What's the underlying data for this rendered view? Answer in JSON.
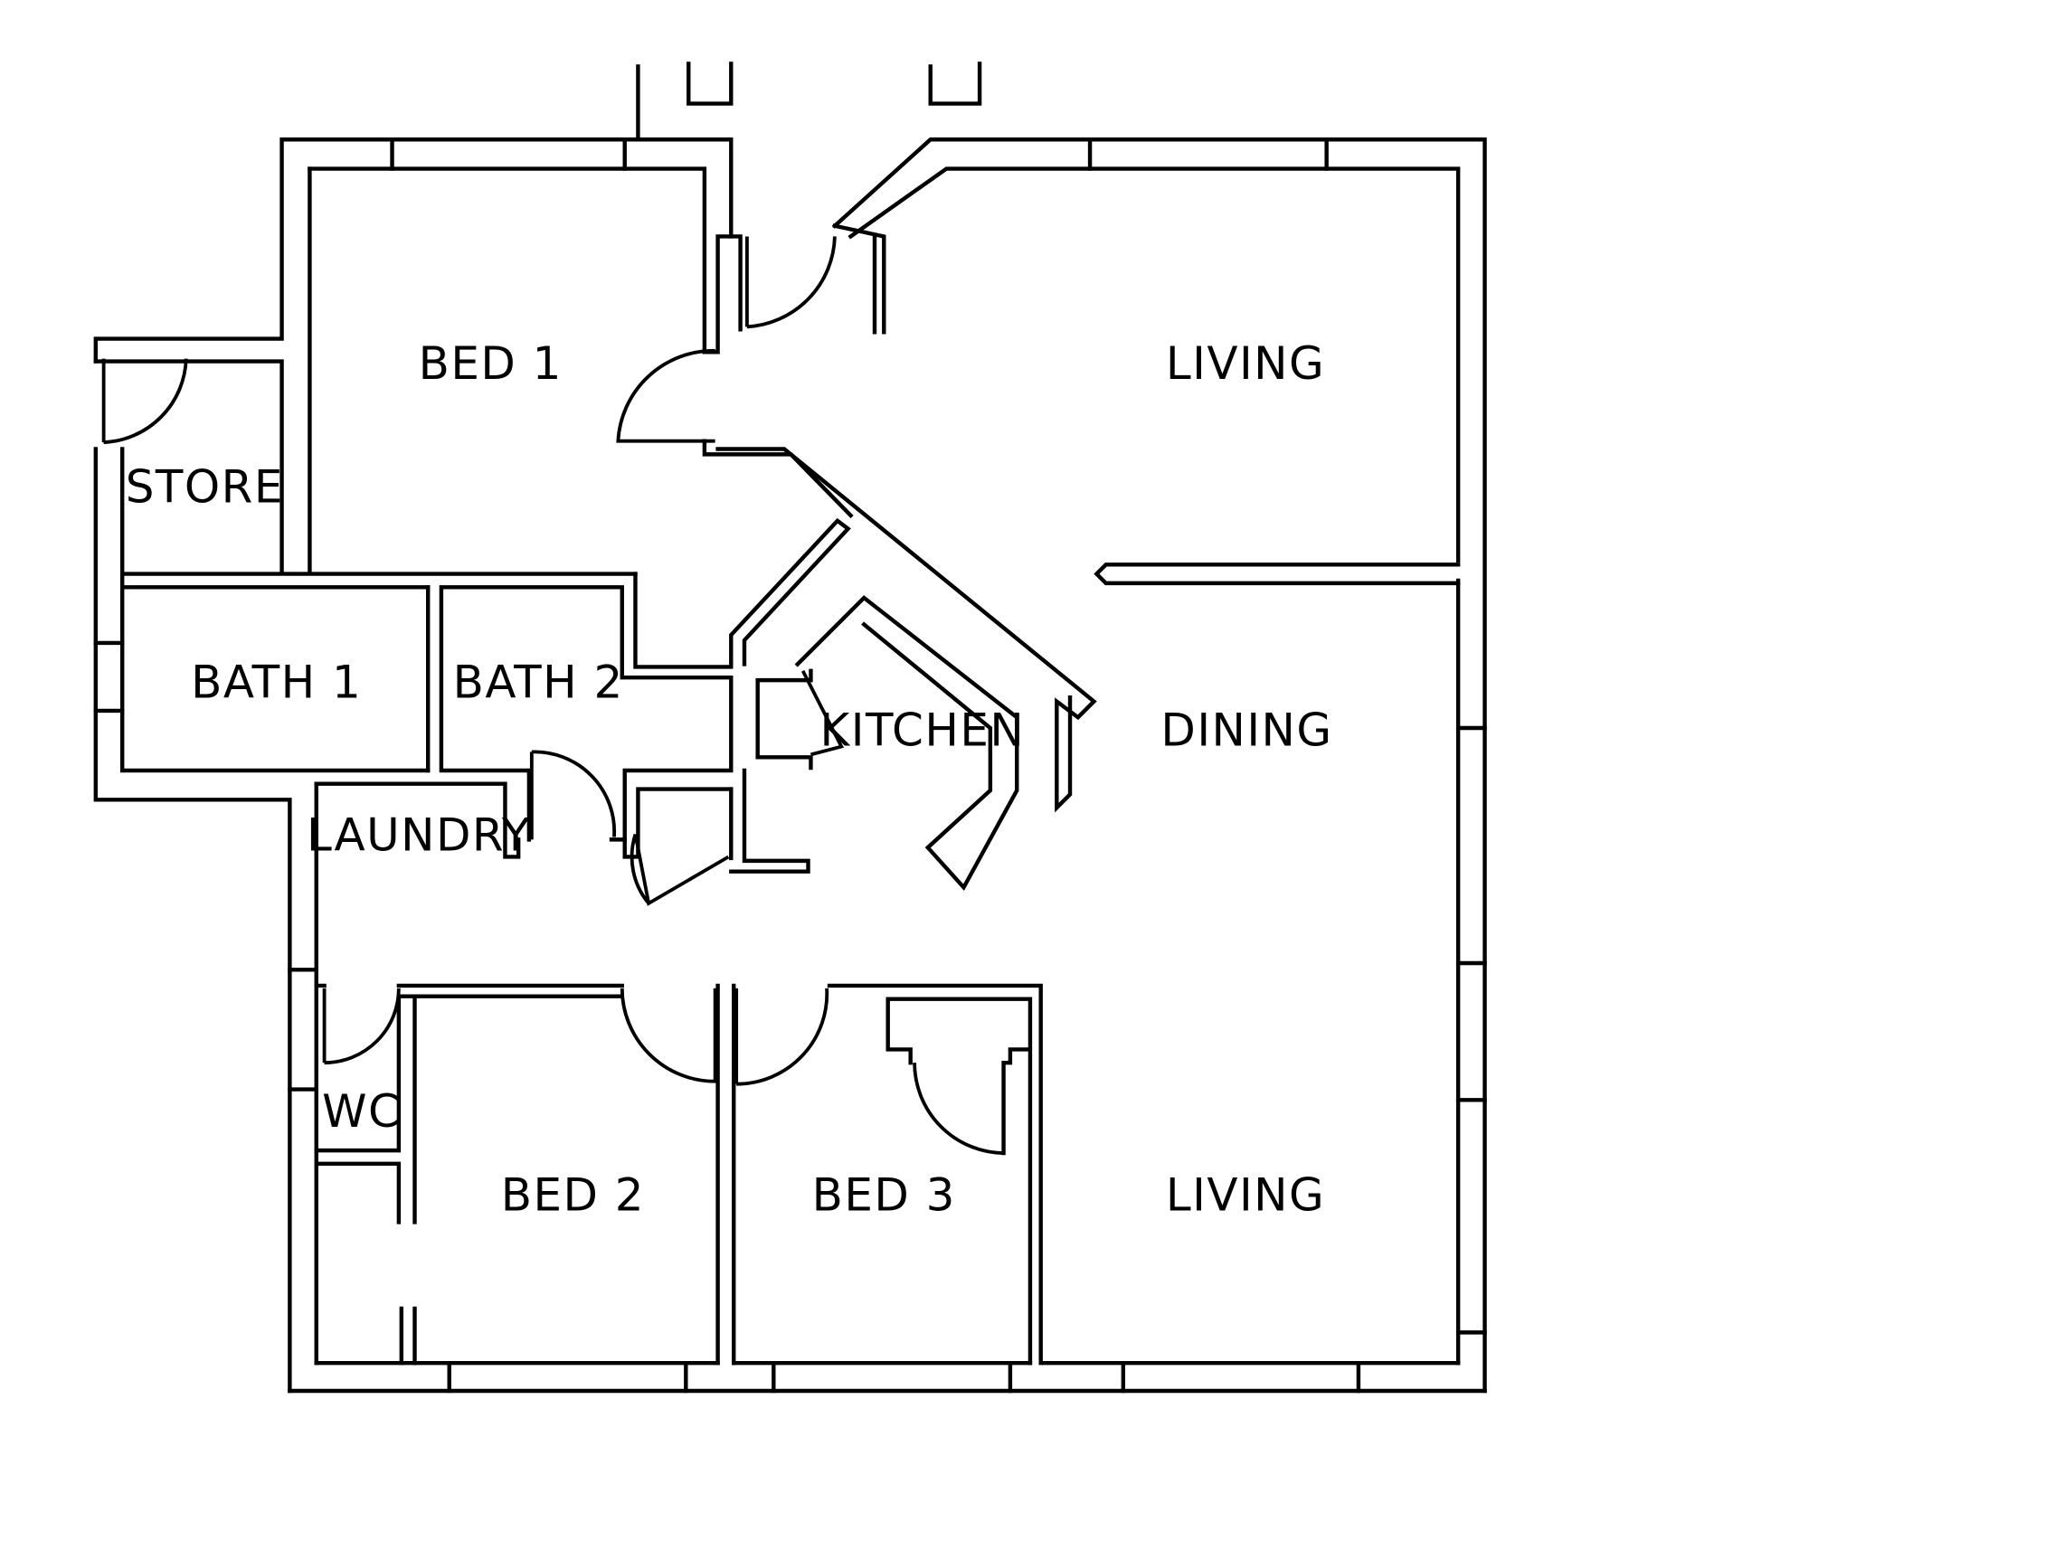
{
  "rooms": {
    "bed1": "BED 1",
    "living_top": "LIVING",
    "store": "STORE",
    "bath1": "BATH 1",
    "bath2": "BATH 2",
    "kitchen": "KITCHEN",
    "dining": "DINING",
    "laundry": "LAUNDRY",
    "wc": "WC",
    "bed2": "BED 2",
    "bed3": "BED 3",
    "living_bottom": "LIVING"
  },
  "colors": {
    "line": "#000000",
    "background": "#ffffff"
  }
}
